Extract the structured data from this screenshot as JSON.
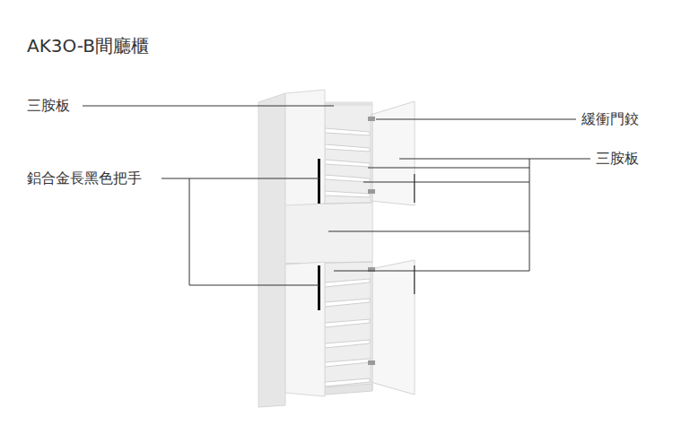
{
  "diagram": {
    "title": "AK3O-B間廳櫃",
    "labels": [
      "三胺板",
      "緩衝門鉸",
      "三胺板",
      "鋁合金長黑色把手"
    ]
  }
}
